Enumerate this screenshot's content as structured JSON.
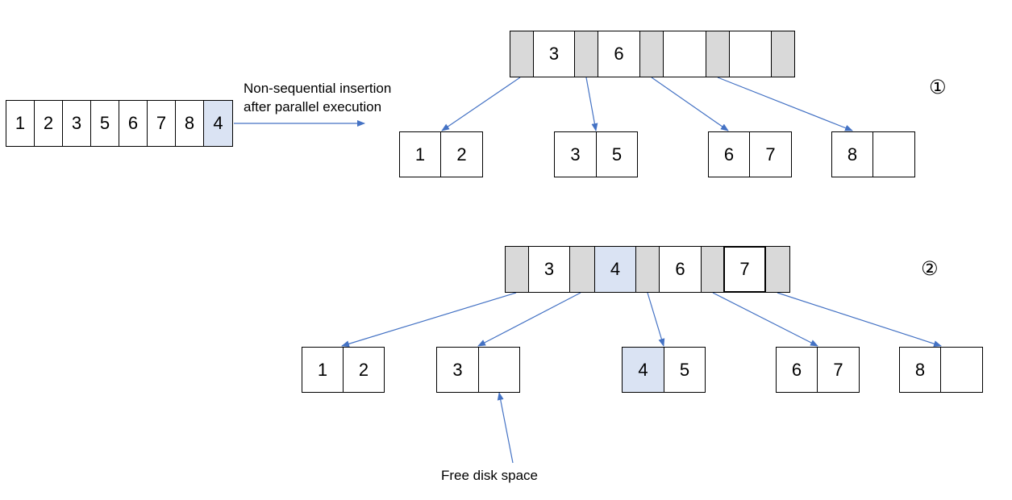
{
  "sequence": {
    "cells": [
      "1",
      "2",
      "3",
      "5",
      "6",
      "7",
      "8",
      "4"
    ],
    "highlight_index": 7
  },
  "annotation": {
    "line1": "Non-sequential insertion",
    "line2": "after parallel execution"
  },
  "tree1": {
    "marker": "①",
    "root": [
      "",
      "3",
      "",
      "6",
      "",
      "",
      "",
      "",
      ""
    ],
    "leaves": [
      [
        "1",
        "2"
      ],
      [
        "3",
        "5"
      ],
      [
        "6",
        "7"
      ],
      [
        "8",
        ""
      ]
    ]
  },
  "tree2": {
    "marker": "②",
    "root": [
      "",
      "3",
      "",
      "4",
      "",
      "6",
      "",
      "7",
      ""
    ],
    "leaves": [
      [
        "1",
        "2"
      ],
      [
        "3",
        ""
      ],
      [
        "4",
        "5"
      ],
      [
        "6",
        "7"
      ],
      [
        "8",
        ""
      ]
    ]
  },
  "free_space_label": "Free disk space",
  "colors": {
    "arrow": "#4472c4",
    "highlight": "#dae3f3",
    "pointer_cell": "#d9d9d9",
    "border": "#000000"
  }
}
